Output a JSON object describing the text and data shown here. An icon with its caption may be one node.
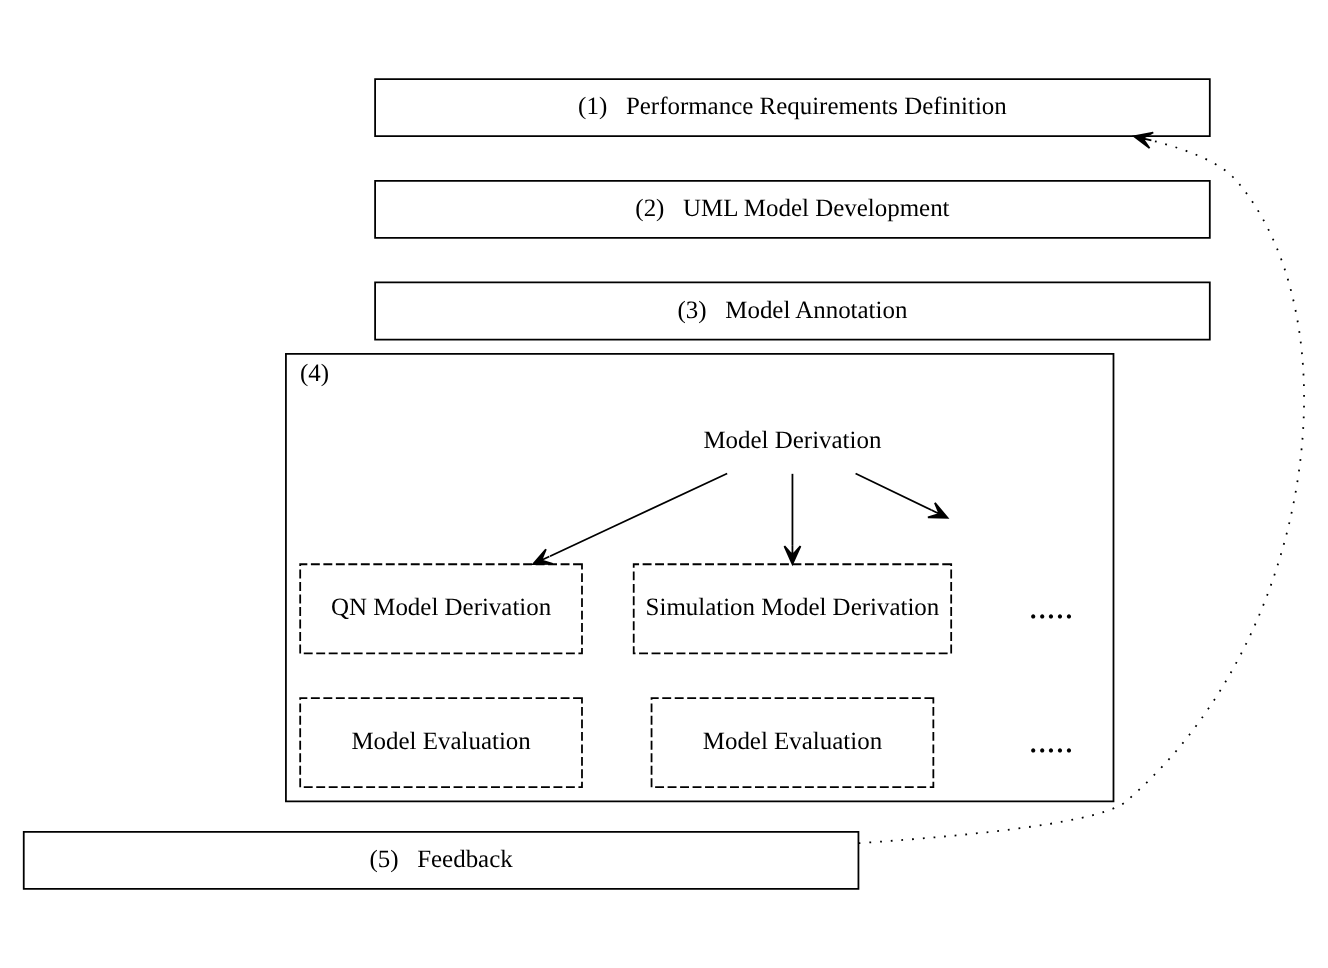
{
  "diagram": {
    "nodes": [
      {
        "text": [
          "(1)",
          "Performance Requirements Definition"
        ]
      },
      {
        "text": [
          "(2)",
          "UML Model Development"
        ]
      },
      {
        "text": [
          "(3)",
          "Model Annotation"
        ]
      },
      {
        "text": [
          "(4)"
        ]
      },
      {
        "text": [
          "Model Derivation"
        ],
        "in": 3
      },
      {
        "text": [
          "QN Model Derivation"
        ],
        "in": 3
      },
      {
        "text": [
          "Model Evaluation"
        ],
        "in": 3
      },
      {
        "text": [
          "Simulation Model Derivation"
        ],
        "in": 3
      },
      {
        "text": [
          "Model Evaluation"
        ],
        "in": 3
      },
      {
        "text": [
          "(5)",
          "Feedback"
        ]
      }
    ],
    "edges": [
      {
        "from": 4,
        "to": 5,
        "arrow": "to"
      },
      {
        "from": 4,
        "to": 7,
        "arrow": "to"
      },
      {
        "from": 4,
        "to": null,
        "arrow": "to"
      },
      {
        "from": 9,
        "to": 0,
        "arrow": "to",
        "style": "dashed"
      }
    ],
    "labels": [
      ".....",
      "....."
    ]
  }
}
